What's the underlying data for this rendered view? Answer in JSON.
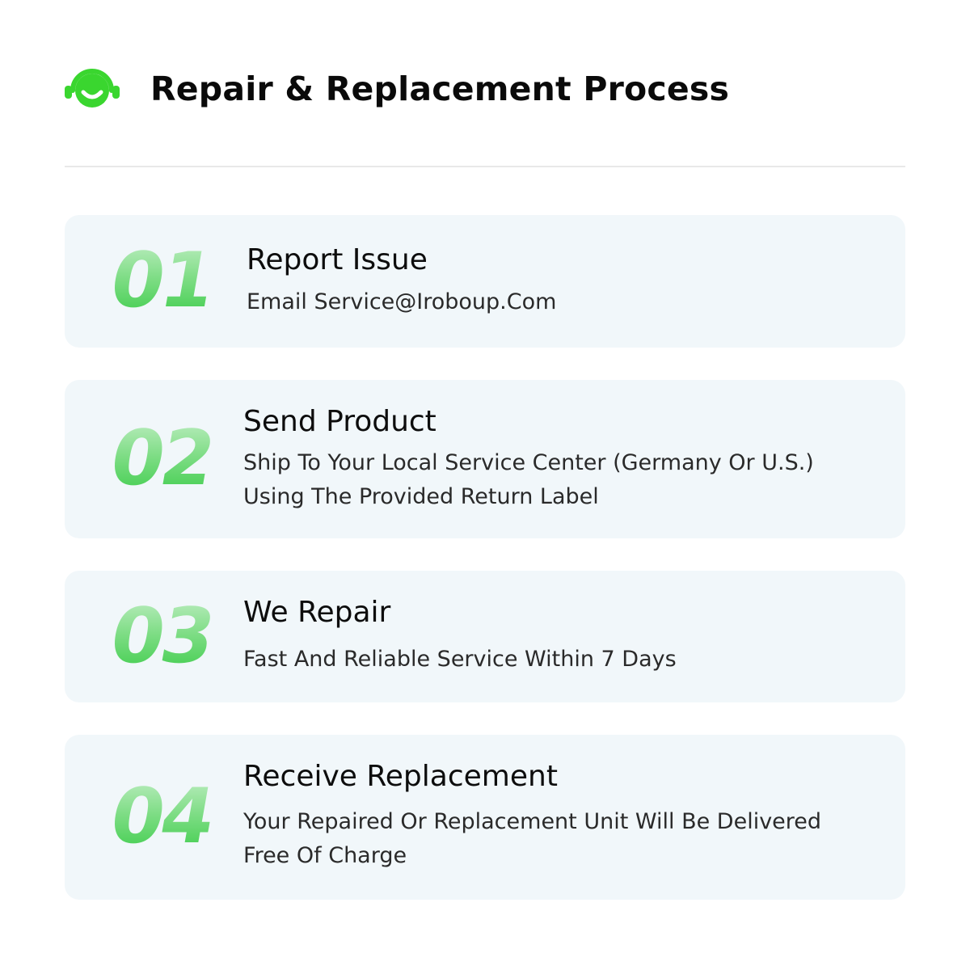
{
  "header": {
    "icon": "headset-smile-icon",
    "title": "Repair & Replacement Process",
    "accent_color": "#3ad62f"
  },
  "steps": [
    {
      "number": "01",
      "title": "Report Issue",
      "description_lines": [
        "Email Service@Iroboup.Com"
      ]
    },
    {
      "number": "02",
      "title": "Send Product",
      "description_lines": [
        "Ship To Your Local Service Center (Germany Or U.S.)",
        "Using The Provided Return Label"
      ]
    },
    {
      "number": "03",
      "title": "We Repair",
      "description_lines": [
        "Fast And Reliable Service Within 7 Days"
      ]
    },
    {
      "number": "04",
      "title": "Receive Replacement",
      "description_lines": [
        "Your Repaired Or Replacement Unit Will Be Delivered",
        "Free Of Charge"
      ]
    }
  ],
  "colors": {
    "card_background": "#f1f7fa",
    "number_gradient_top": "#b8ecbc",
    "number_gradient_bottom": "#3fcd4c"
  }
}
